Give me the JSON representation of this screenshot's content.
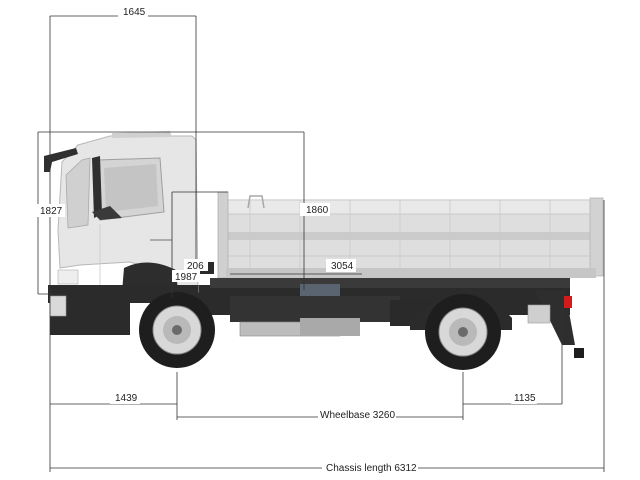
{
  "dimensions": {
    "cab_length": "1645",
    "cab_height": "1827",
    "body_height": "1860",
    "chassis_height_a": "206",
    "chassis_height_b": "1987",
    "body_length": "3054",
    "front_overhang": "1439",
    "wheelbase": "Wheelbase 3260",
    "rear_overhang": "1135",
    "chassis_length": "Chassis length 6312"
  },
  "colors": {
    "cab": "#e6e6e6",
    "cab_shade": "#cfcfcf",
    "body": "#d9d9d9",
    "chassis": "#2b2b2b",
    "tire": "#1e1e1e",
    "rim": "#d8d8d8",
    "tail_light": "#d21b1b",
    "dim_line": "#333333"
  }
}
